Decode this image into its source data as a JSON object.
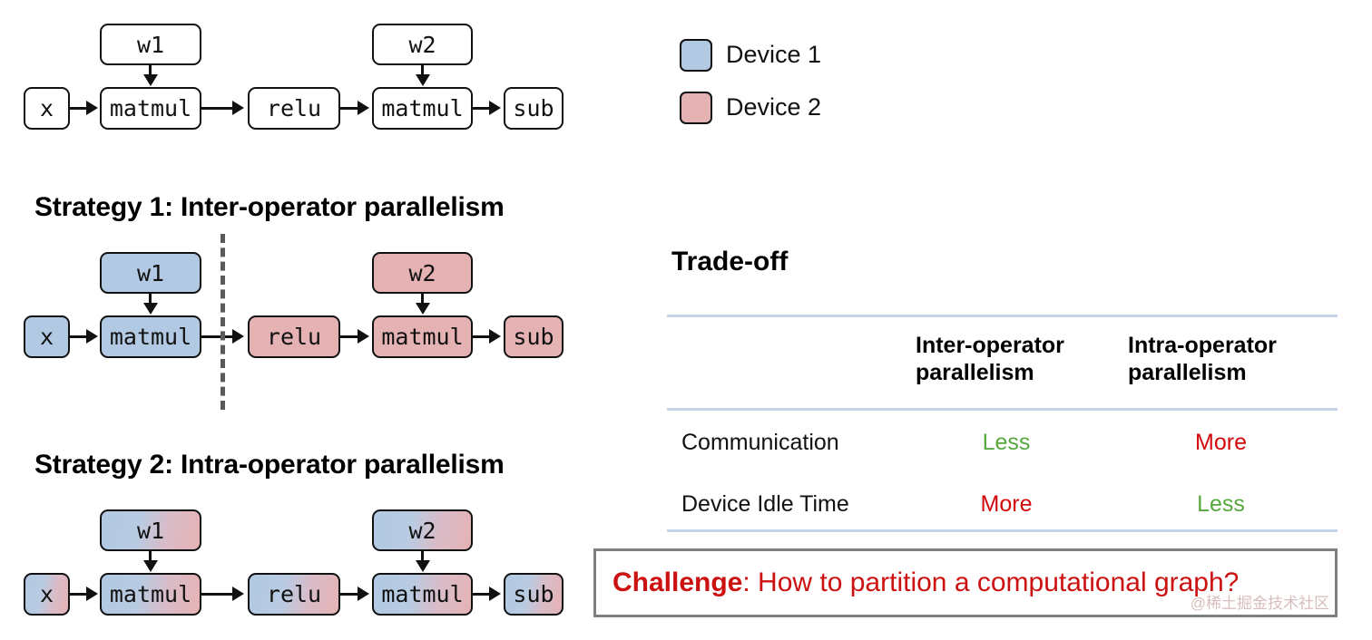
{
  "legend": {
    "items": [
      {
        "label": "Device 1",
        "color": "#b2c9e3",
        "swatch": "device-1-swatch"
      },
      {
        "label": "Device 2",
        "color": "#e5b2b4",
        "swatch": "device-2-swatch"
      }
    ]
  },
  "graphs": {
    "baseline": {
      "title": "",
      "nodes": [
        "x",
        "w1",
        "matmul",
        "relu",
        "w2",
        "matmul",
        "sub"
      ]
    },
    "strategy1": {
      "title": "Strategy 1: Inter-operator parallelism",
      "nodes": [
        "x",
        "w1",
        "matmul",
        "relu",
        "w2",
        "matmul",
        "sub"
      ],
      "assignment": [
        "Device 1",
        "Device 1",
        "Device 1",
        "Device 2",
        "Device 2",
        "Device 2",
        "Device 2"
      ],
      "divider": "dashed-partition-line"
    },
    "strategy2": {
      "title": "Strategy 2: Intra-operator parallelism",
      "nodes": [
        "x",
        "w1",
        "matmul",
        "relu",
        "w2",
        "matmul",
        "sub"
      ],
      "assignment": [
        "Device 1 + Device 2",
        "Device 1 + Device 2",
        "Device 1 + Device 2",
        "Device 1 + Device 2",
        "Device 1 + Device 2",
        "Device 1 + Device 2",
        "Device 1 + Device 2"
      ]
    }
  },
  "tradeoff": {
    "title": "Trade-off",
    "columns": [
      "",
      "Inter-operator\nparallelism",
      "Intra-operator\nparallelism"
    ],
    "rows": [
      {
        "label": "Communication",
        "inter": "Less",
        "intra": "More",
        "inter_kind": "less",
        "intra_kind": "more"
      },
      {
        "label": "Device Idle Time",
        "inter": "More",
        "intra": "Less",
        "inter_kind": "more",
        "intra_kind": "less"
      }
    ]
  },
  "challenge": {
    "bold": "Challenge",
    "rest": ": How to partition a computational graph?",
    "watermark": "@稀土掘金技术社区"
  },
  "colors": {
    "device1": "#b2c9e3",
    "device2": "#e5b2b4",
    "good": "#57a83f",
    "bad": "#d2090b",
    "rule": "#c3d4e8",
    "challenge": "#cc1111",
    "divider": "#5a5a5a"
  }
}
